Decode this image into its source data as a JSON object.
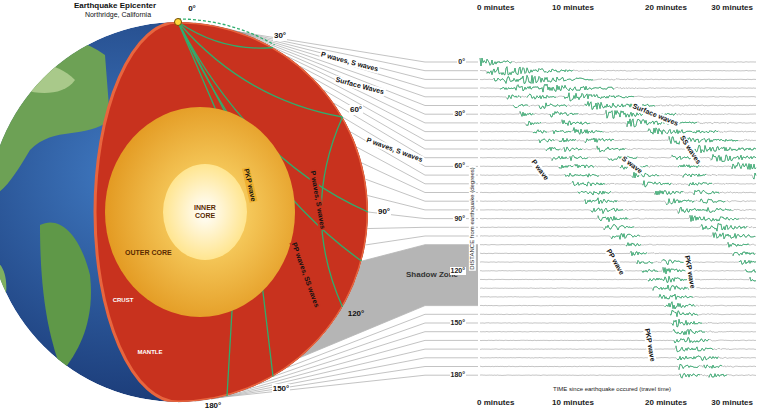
{
  "diagram": {
    "nodes": [
      {
        "text": [
          "OUTER CORE"
        ]
      },
      {
        "text": [
          "INNER CORE"
        ],
        "in": 0
      },
      {
        "text": [
          "Shadow Zone"
        ]
      }
    ],
    "labels": [
      "Earthquake Epicenter",
      "Northridge, California",
      "0°",
      "30°",
      "60°",
      "90°",
      "120°",
      "150°",
      "180°",
      "P waves, S waves",
      "Surface Waves",
      "P waves, S waves",
      "PKP wave",
      "P waves, S waves",
      "PP waves, SS waves",
      "CRUST",
      "MANTLE",
      "0 minutes",
      "10 minutes",
      "20 minutes",
      "30 minutes",
      "0°",
      "30°",
      "60°",
      "90°",
      "120°",
      "150°",
      "180°",
      "DISTANCE from earthquake (degrees)",
      "P wave",
      "S wave",
      "Surface waves",
      "SS waves",
      "PP wave",
      "PKP wave",
      "PKP wave",
      "TIME since earthquake occured (travel time)",
      "0 minutes",
      "10 minutes",
      "20 minutes",
      "30 minutes"
    ]
  }
}
